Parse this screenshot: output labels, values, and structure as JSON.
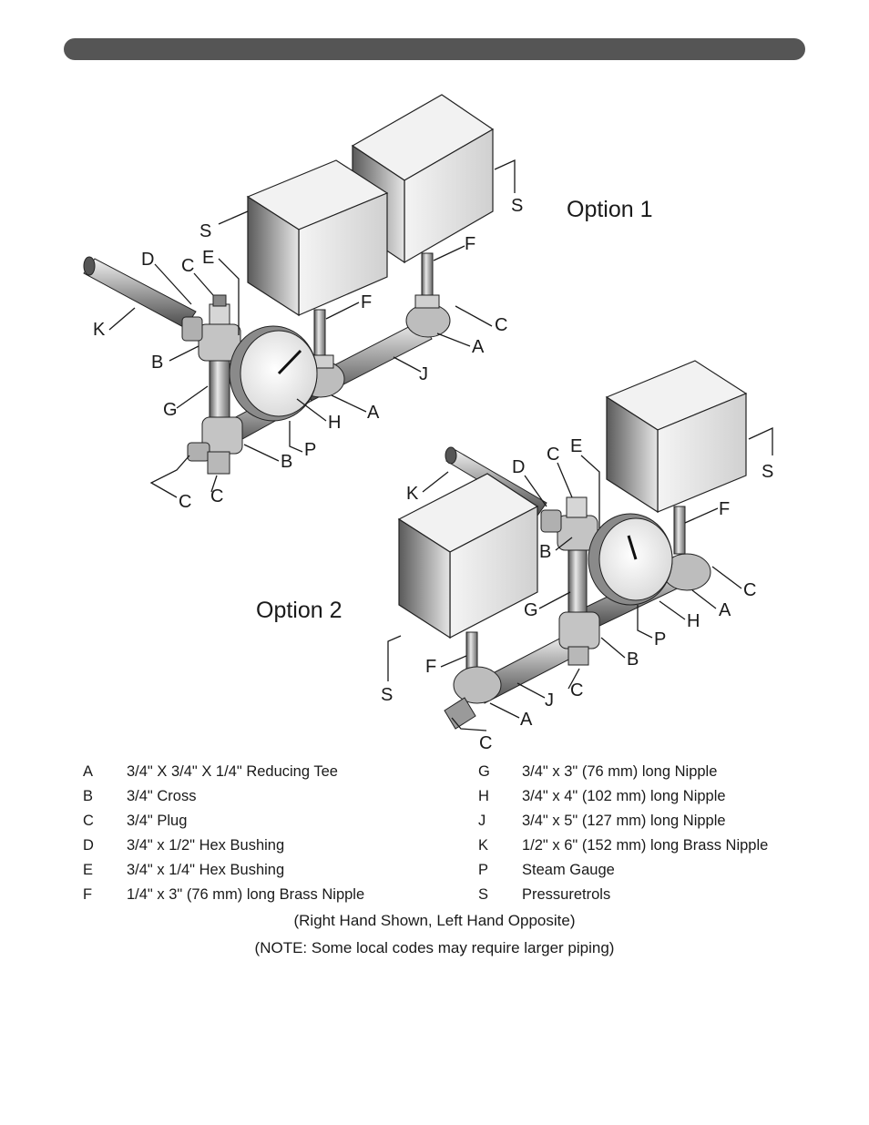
{
  "option1": "Option 1",
  "option2": "Option 2",
  "labels": {
    "A": "A",
    "B": "B",
    "C": "C",
    "D": "D",
    "E": "E",
    "F": "F",
    "G": "G",
    "H": "H",
    "J": "J",
    "K": "K",
    "P": "P",
    "S": "S"
  },
  "legend_left": [
    {
      "key": "A",
      "text": "3/4\" X 3/4\" X 1/4\" Reducing Tee"
    },
    {
      "key": "B",
      "text": "3/4\" Cross"
    },
    {
      "key": "C",
      "text": "3/4\" Plug"
    },
    {
      "key": "D",
      "text": "3/4\" x 1/2\" Hex Bushing"
    },
    {
      "key": "E",
      "text": "3/4\" x 1/4\" Hex Bushing"
    },
    {
      "key": "F",
      "text": "1/4\" x 3\" (76 mm) long Brass Nipple"
    }
  ],
  "legend_right": [
    {
      "key": "G",
      "text": "3/4\" x 3\" (76 mm) long Nipple"
    },
    {
      "key": "H",
      "text": "3/4\" x 4\" (102 mm) long Nipple"
    },
    {
      "key": "J",
      "text": "3/4\" x 5\" (127 mm) long Nipple"
    },
    {
      "key": "K",
      "text": "1/2\" x 6\" (152 mm) long Brass Nipple"
    },
    {
      "key": "P",
      "text": "Steam Gauge"
    },
    {
      "key": "S",
      "text": "Pressuretrols"
    }
  ],
  "notes": {
    "hand": "(Right Hand Shown, Left Hand Opposite)",
    "codes": "(NOTE:  Some local codes may require larger piping)"
  }
}
